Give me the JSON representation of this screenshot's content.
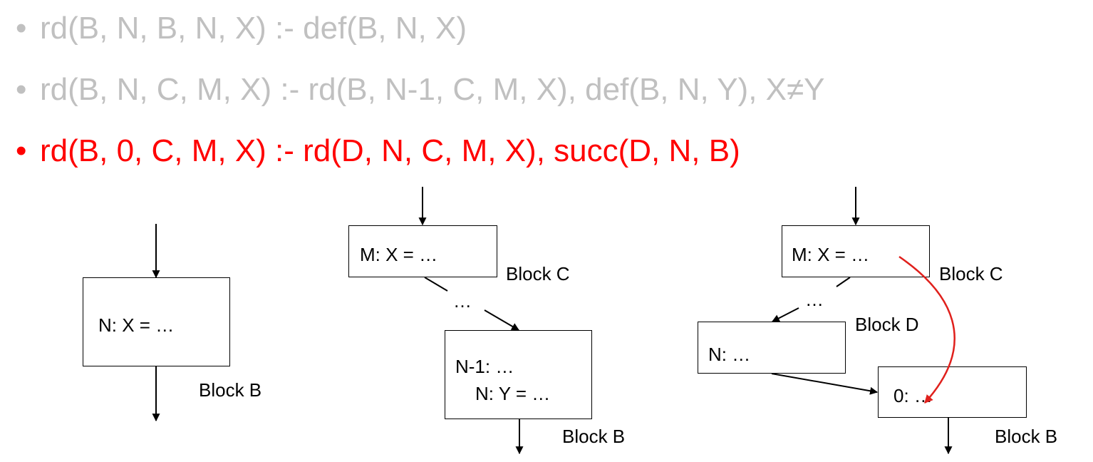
{
  "rules": [
    {
      "bullet": "•",
      "text": "rd(B, N, B, N, X) :- def(B, N, X)",
      "color": "#c0c0c0"
    },
    {
      "bullet": "•",
      "text": "rd(B, N, C, M, X) :- rd(B, N-1, C, M, X), def(B, N, Y), X≠Y",
      "color": "#c0c0c0"
    },
    {
      "bullet": "•",
      "text": "rd(B, 0, C, M, X) :- rd(D, N, C, M, X), succ(D, N, B)",
      "color": "#ff0000"
    }
  ],
  "diagram1": {
    "block_b_code": "N: X = …",
    "block_b_label": "Block B"
  },
  "diagram2": {
    "block_c_code": "M: X = …",
    "block_c_label": "Block C",
    "ellipsis": "…",
    "block_b_line1": "N-1: …",
    "block_b_line2": "N: Y = …",
    "block_b_label": "Block B"
  },
  "diagram3": {
    "block_c_code": "M: X = …",
    "block_c_label": "Block C",
    "ellipsis": "…",
    "block_d_code": "N: …",
    "block_d_label": "Block D",
    "block_b_code": "0: …",
    "block_b_label": "Block B"
  },
  "colors": {
    "inactive_rule": "#c0c0c0",
    "active_rule": "#ff0000",
    "highlight_arrow": "#e0201c"
  }
}
